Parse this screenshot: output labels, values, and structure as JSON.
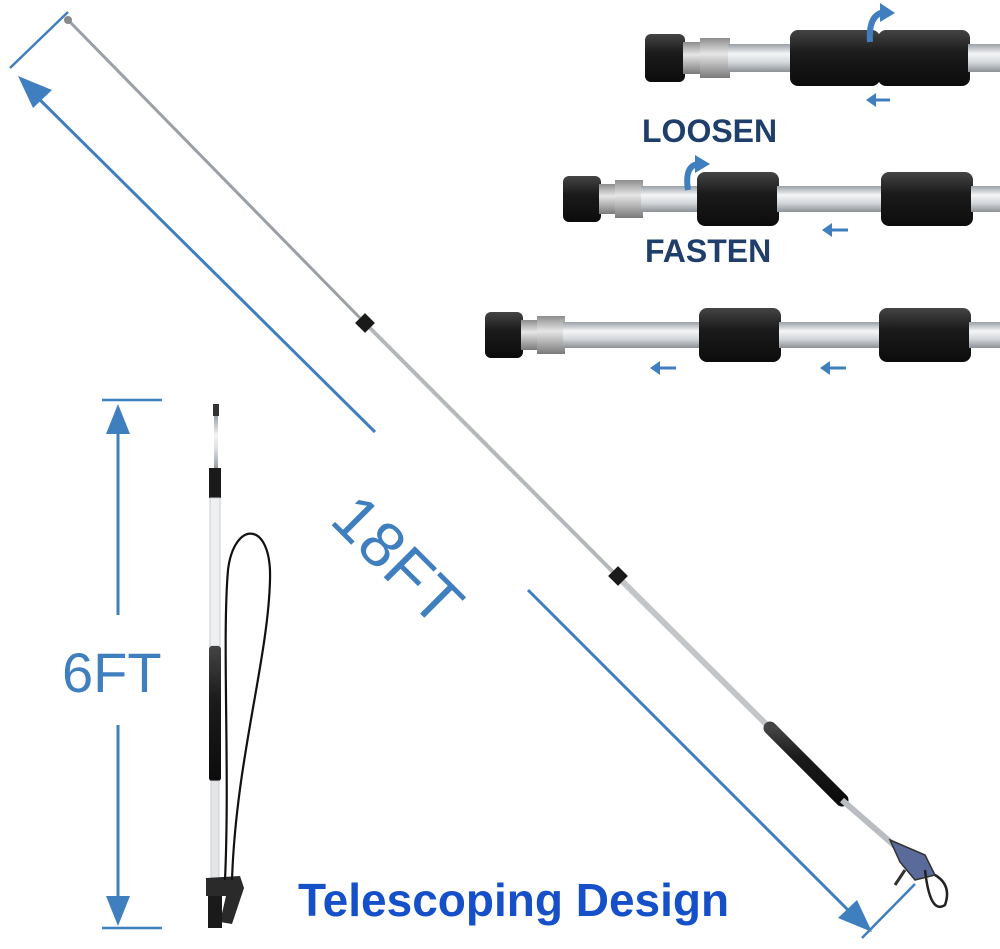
{
  "labels": {
    "length_extended": "18FT",
    "length_collapsed": "6FT",
    "loosen": "LOOSEN",
    "fasten": "FASTEN",
    "caption": "Telescoping Design"
  },
  "colors": {
    "dimension_line": "#3f7fc0",
    "caption": "#1550c8",
    "instruction_text": "#1f3f6a",
    "pole_metal": "#c9ccd0",
    "grip_black": "#1a1a1a"
  },
  "icons": {
    "rotate_arrow": "curved-arrow-icon",
    "slide_arrow": "left-arrow-icon"
  }
}
